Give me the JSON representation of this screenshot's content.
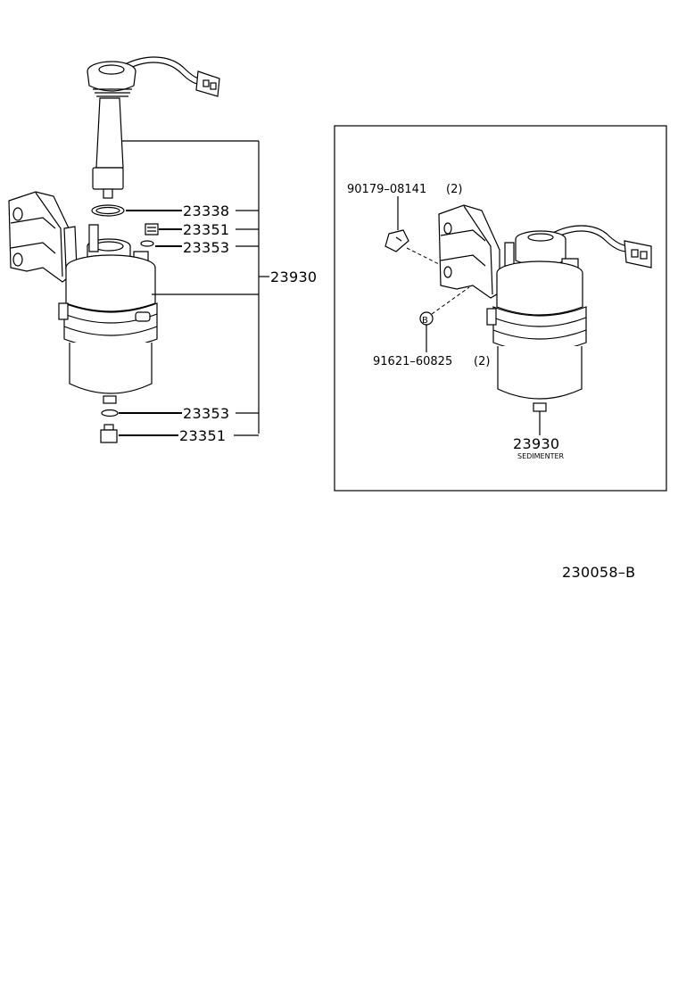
{
  "diagram_id": "230058–B",
  "main_assembly": {
    "assembly_part": "23930",
    "parts": [
      {
        "number": "23338"
      },
      {
        "number": "23351"
      },
      {
        "number": "23353"
      },
      {
        "number": "23353"
      },
      {
        "number": "23351"
      }
    ]
  },
  "inset": {
    "bolt_part": "90179–08141",
    "bolt_qty": "(2)",
    "nut_part": "91621–60825",
    "nut_qty": "(2)",
    "nut_marker": "B",
    "assembly_part": "23930",
    "assembly_note": "SEDIMENTER"
  }
}
